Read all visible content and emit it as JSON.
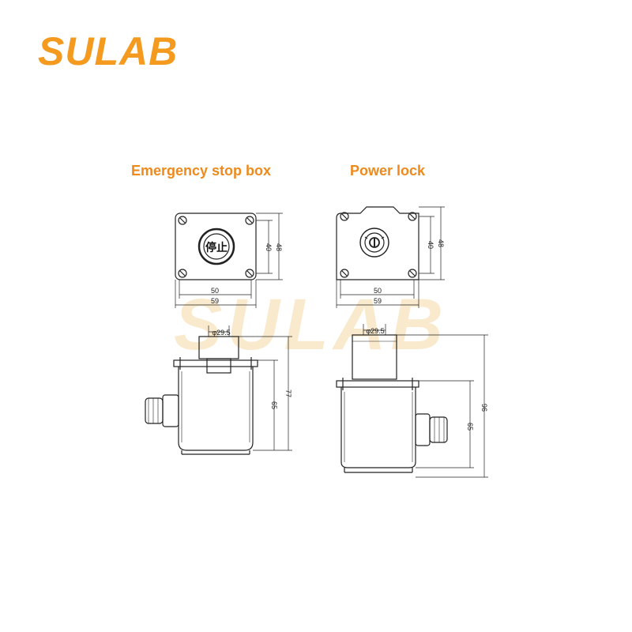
{
  "logo": {
    "text": "SULAB",
    "color": "#f39a1f"
  },
  "watermark": {
    "text": "SULAB"
  },
  "captions": {
    "emergency": "Emergency stop box",
    "power": "Power lock",
    "color": "#ee8a1c"
  },
  "emergency_box": {
    "button_text": "停止",
    "dims": {
      "inner_width": "50",
      "outer_width": "59",
      "inner_height": "40",
      "outer_height": "48",
      "diameter": "φ29.5",
      "body_height": "65",
      "total_height": "77"
    }
  },
  "power_lock": {
    "dims": {
      "inner_width": "50",
      "outer_width": "59",
      "inner_height": "40",
      "outer_height": "48",
      "diameter": "φ29.5",
      "body_height": "65",
      "total_height": "96"
    }
  }
}
